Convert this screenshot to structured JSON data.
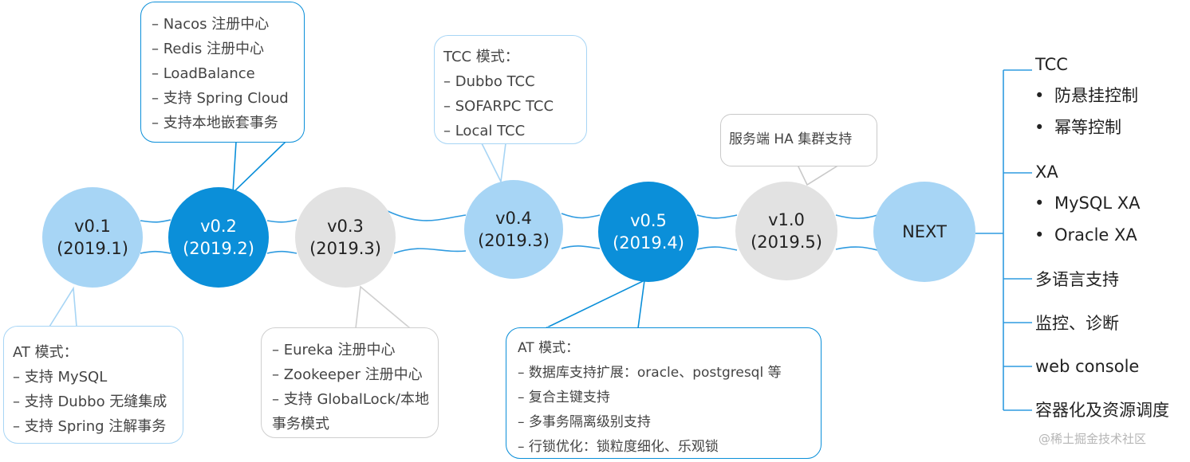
{
  "nodes": [
    {
      "version": "v0.1",
      "date": "(2019.1)"
    },
    {
      "version": "v0.2",
      "date": "(2019.2)"
    },
    {
      "version": "v0.3",
      "date": "(2019.3)"
    },
    {
      "version": "v0.4",
      "date": "(2019.3)"
    },
    {
      "version": "v0.5",
      "date": "(2019.4)"
    },
    {
      "version": "v1.0",
      "date": "(2019.5)"
    },
    {
      "version": "NEXT"
    }
  ],
  "callouts": {
    "v01": [
      "AT 模式：",
      "– 支持 MySQL",
      "– 支持 Dubbo 无缝集成",
      "– 支持 Spring 注解事务"
    ],
    "v02": [
      "– Nacos 注册中心",
      "– Redis 注册中心",
      "– LoadBalance",
      "– 支持 Spring Cloud",
      "– 支持本地嵌套事务"
    ],
    "v03": [
      "– Eureka 注册中心",
      "– Zookeeper 注册中心",
      "– 支持 GlobalLock/本地事务模式"
    ],
    "v04": [
      "TCC 模式：",
      "– Dubbo TCC",
      "– SOFARPC TCC",
      "– Local TCC"
    ],
    "v05": [
      "AT 模式：",
      "– 数据库支持扩展：oracle、postgresql 等",
      "– 复合主键支持",
      "– 多事务隔离级别支持",
      "– 行锁优化：锁粒度细化、乐观锁"
    ],
    "v10": [
      "服务端 HA 集群支持"
    ]
  },
  "next": {
    "tcc": {
      "label": "TCC",
      "items": [
        "防悬挂控制",
        "幂等控制"
      ]
    },
    "xa": {
      "label": "XA",
      "items": [
        "MySQL XA",
        "Oracle XA"
      ]
    },
    "others": [
      "多语言支持",
      "监控、诊断",
      "web console",
      "容器化及资源调度"
    ]
  },
  "bullet_char": "•",
  "watermark": "@稀土掘金技术社区",
  "colors": {
    "light_blue": "#a7d5f5",
    "dark_blue": "#0b8fd9",
    "gray": "#e2e2e2",
    "line_blue": "#2f9be0"
  }
}
